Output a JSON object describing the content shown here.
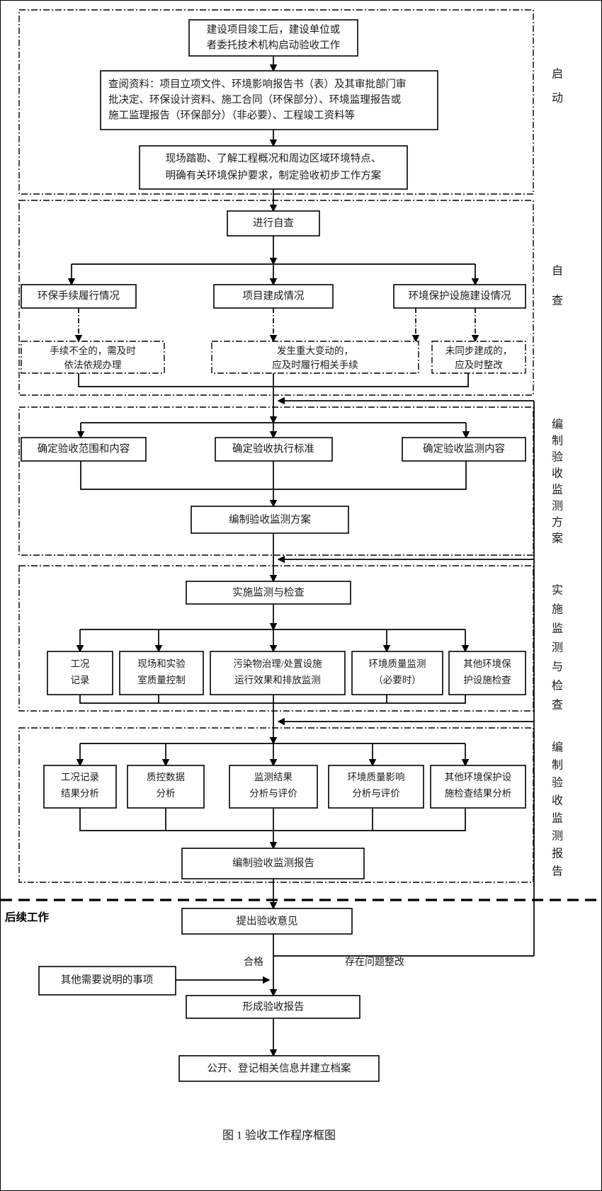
{
  "figure": {
    "caption": "图 1   验收工作程序框图"
  },
  "zones": [
    {
      "id": "start",
      "label_chars": [
        "启",
        "动"
      ]
    },
    {
      "id": "self",
      "label_chars": [
        "自",
        "查"
      ]
    },
    {
      "id": "plan",
      "label_chars": [
        "编",
        "制",
        "验",
        "收",
        "监",
        "测",
        "方",
        "案"
      ]
    },
    {
      "id": "monitor",
      "label_chars": [
        "实",
        "施",
        "监",
        "测",
        "与",
        "检",
        "查"
      ]
    },
    {
      "id": "report",
      "label_chars": [
        "编",
        "制",
        "验",
        "收",
        "监",
        "测",
        "报",
        "告"
      ]
    }
  ],
  "stage_label": "后续工作",
  "nodes": {
    "n1": {
      "lines": [
        "建设项目竣工后，建设单位或",
        "者委托技术机构启动验收工作"
      ]
    },
    "n2": {
      "lines": [
        "查阅资料：项目立项文件、环境影响报告书（表）及其审批部门审",
        "批决定、环保设计资料、施工合同（环保部分）、环境监理报告或",
        "施工监理报告（环保部分）（非必要）、工程竣工资料等"
      ]
    },
    "n3": {
      "lines": [
        "现场踏勘、了解工程概况和周边区域环境特点、",
        "明确有关环境保护要求，制定验收初步工作方案"
      ]
    },
    "n4": {
      "lines": [
        "进行自查"
      ]
    },
    "n5": {
      "lines": [
        "环保手续履行情况"
      ]
    },
    "n6": {
      "lines": [
        "项目建成情况"
      ]
    },
    "n7": {
      "lines": [
        "环境保护设施建设情况"
      ]
    },
    "n8": {
      "lines": [
        "手续不全的，需及时",
        "依法依规办理"
      ]
    },
    "n9": {
      "lines": [
        "发生重大变动的，",
        "应及时履行相关手续"
      ]
    },
    "n10": {
      "lines": [
        "未同步建成的，",
        "应及时整改"
      ]
    },
    "n11": {
      "lines": [
        "确定验收范围和内容"
      ]
    },
    "n12": {
      "lines": [
        "确定验收执行标准"
      ]
    },
    "n13": {
      "lines": [
        "确定验收监测内容"
      ]
    },
    "n14": {
      "lines": [
        "编制验收监测方案"
      ]
    },
    "n15": {
      "lines": [
        "实施监测与检查"
      ]
    },
    "n16": {
      "lines": [
        "工况",
        "记录"
      ]
    },
    "n17": {
      "lines": [
        "现场和实验",
        "室质量控制"
      ]
    },
    "n18": {
      "lines": [
        "污染物治理/处置设施",
        "运行效果和排放监测"
      ]
    },
    "n19": {
      "lines": [
        "环境质量监测",
        "（必要时）"
      ]
    },
    "n20": {
      "lines": [
        "其他环境保",
        "护设施检查"
      ]
    },
    "n21": {
      "lines": [
        "工况记录",
        "结果分析"
      ]
    },
    "n22": {
      "lines": [
        "质控数据",
        "分析"
      ]
    },
    "n23": {
      "lines": [
        "监测结果",
        "分析与评价"
      ]
    },
    "n24": {
      "lines": [
        "环境质量影响",
        "分析与评价"
      ]
    },
    "n25": {
      "lines": [
        "其他环境保护设",
        "施检查结果分析"
      ]
    },
    "n26": {
      "lines": [
        "编制验收监测报告"
      ]
    },
    "n27": {
      "lines": [
        "提出验收意见"
      ]
    },
    "n28": {
      "lines": [
        "其他需要说明的事项"
      ]
    },
    "n29": {
      "lines": [
        "形成验收报告"
      ]
    },
    "n30": {
      "lines": [
        "公开、登记相关信息并建立档案"
      ]
    }
  },
  "edge_labels": {
    "pass": "合格",
    "rectify": "存在问题整改"
  },
  "colors": {
    "stroke": "#000000",
    "background": "#ffffff",
    "text": "#1a1a1a"
  }
}
